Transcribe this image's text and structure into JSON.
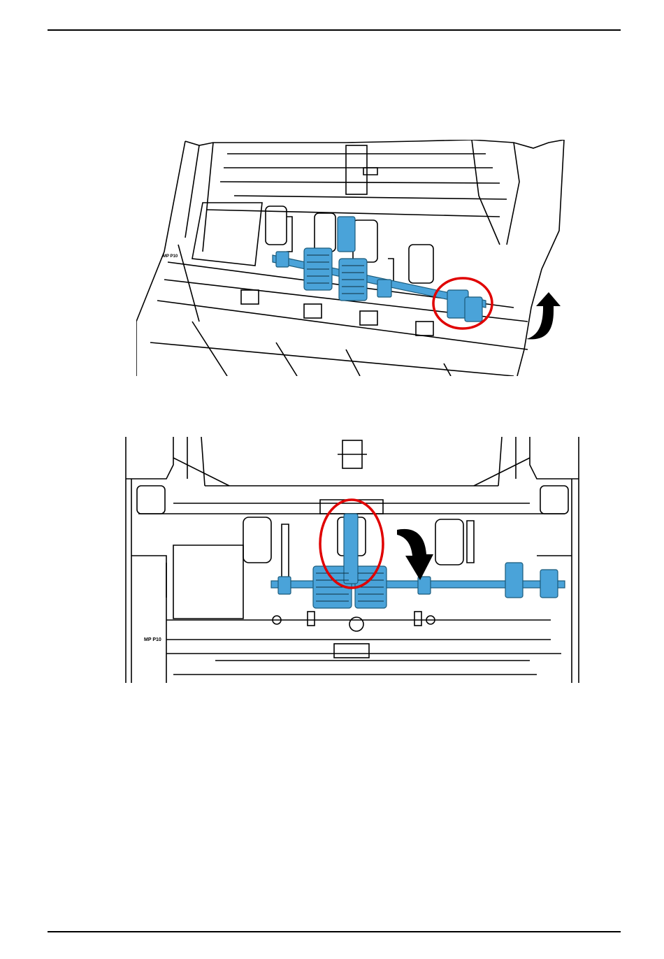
{
  "page": {
    "colors": {
      "rule": "#000000",
      "roller_blue": "#4aa3d9",
      "roller_dark": "#1a5a7a",
      "highlight_circle": "#e00000",
      "line_art": "#000000"
    }
  },
  "figures": [
    {
      "id": "figure-1",
      "icons": [
        "red-highlight-circle",
        "curved-up-arrow-icon"
      ],
      "labels": {
        "unit_label": "MP P10"
      }
    },
    {
      "id": "figure-2",
      "icons": [
        "red-highlight-circle",
        "curved-down-arrow-icon"
      ],
      "labels": {
        "unit_label": "MP P10"
      }
    }
  ]
}
